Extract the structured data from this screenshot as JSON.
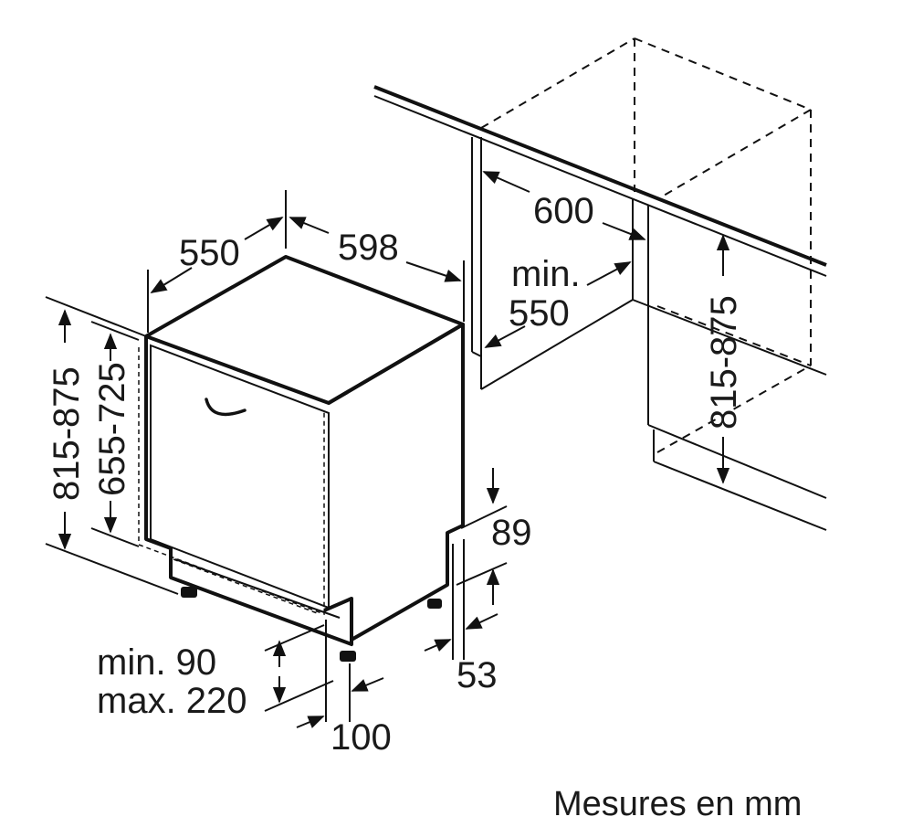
{
  "dimensions": {
    "depth": "550",
    "width": "598",
    "niche_width": "600",
    "niche_min_label": "min.",
    "niche_min_value": "550",
    "niche_height": "815-875",
    "overall_height": "815-875",
    "door_height": "655-725",
    "plinth_top": "89",
    "plinth_depth": "53",
    "plinth_min": "min. 90",
    "plinth_max": "max. 220",
    "foot_offset": "100"
  },
  "footnote": "Mesures en mm"
}
